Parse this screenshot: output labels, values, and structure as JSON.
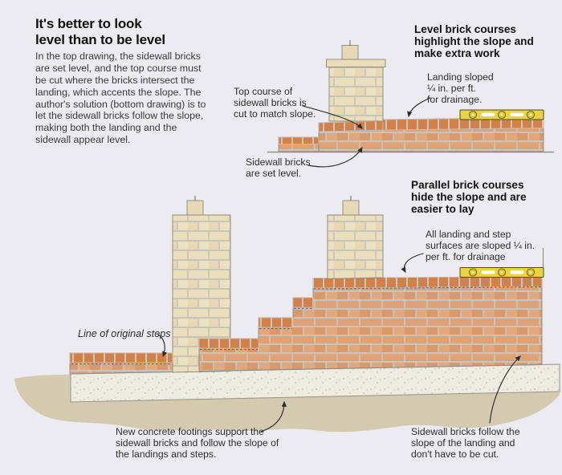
{
  "intro": {
    "title": "It's better to look\nlevel than to be level",
    "body": "In the top drawing, the sidewall bricks\nare set level, and the top course must\nbe cut where the bricks intersect the\nlanding, which accents the slope. The\nauthor's solution (bottom drawing) is to\nlet the sidewall bricks follow the slope,\nmaking both the landing and the\nsidewall appear level."
  },
  "top_diagram": {
    "heading": "Level brick courses\nhighlight the slope and\nmake extra work",
    "labels": {
      "top_course": "Top course of\nsidewall bricks is\ncut to match slope.",
      "landing_sloped": "Landing sloped\n¼ in. per ft.\nfor drainage.",
      "sidewall_level": "Sidewall bricks\nare set level."
    }
  },
  "bottom_diagram": {
    "heading": "Parallel brick courses\nhide the slope and are\neasier to lay",
    "labels": {
      "surfaces_sloped": "All landing and step\nsurfaces are sloped ¼ in.\nper ft. for drainage",
      "line_of_original_steps": "Line of original steps",
      "footings": "New concrete footings support the\nsidewall bricks and follow the slope of\nthe landings and steps.",
      "sidewall_follow": "Sidewall bricks follow the\nslope of the landing and\ndon't have to be cut."
    }
  },
  "colors": {
    "background": "#ecebf2",
    "brick_field": "#dda377",
    "brick_header_course": "#d2814b",
    "cream_brick": "#eadfbd",
    "mortar": "#c9c5be",
    "level_yellow": "#e8d344",
    "ground_tan": "#d3cab0",
    "concrete_footing": "#eeebe0",
    "original_steps_dash": "#5b6a97",
    "text": "#1f1f1f"
  }
}
